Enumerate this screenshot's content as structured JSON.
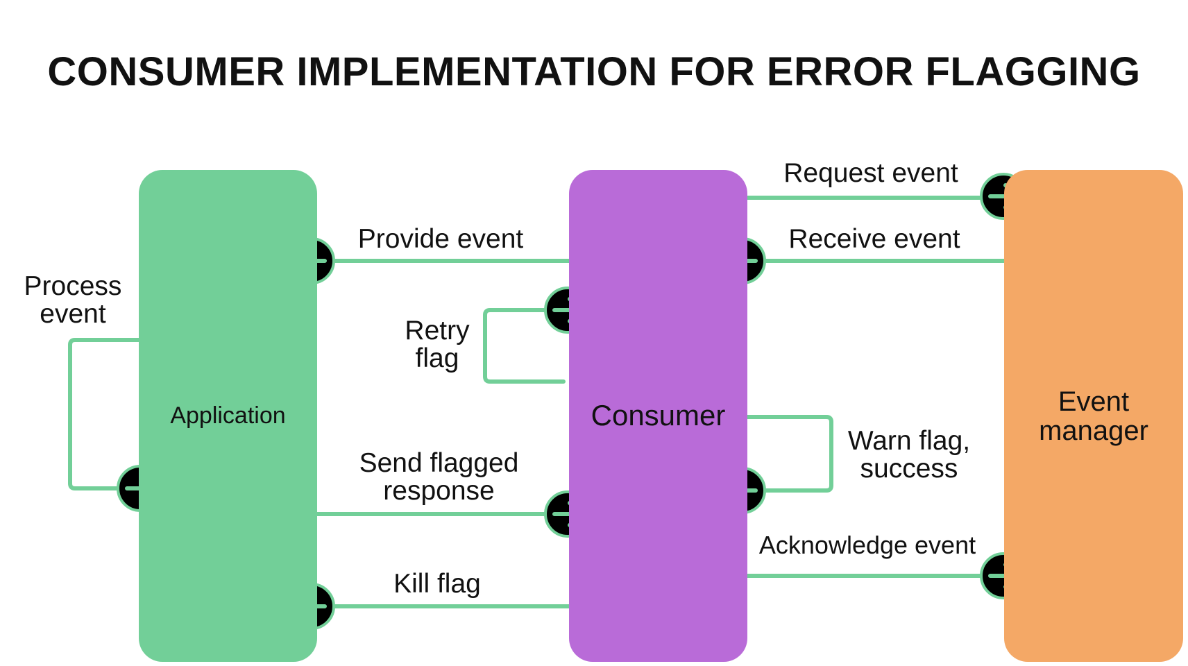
{
  "title": "CONSUMER IMPLEMENTATION FOR ERROR FLAGGING",
  "colors": {
    "application": "#72cf98",
    "consumer": "#b96bd8",
    "event_manager": "#f4a866",
    "connector": "#72cf98",
    "arrow_fill": "#000000",
    "arrow_stroke": "#72cf98"
  },
  "blocks": {
    "application": "Application",
    "consumer": "Consumer",
    "event_manager": "Event manager"
  },
  "labels": {
    "request_event": "Request event",
    "receive_event": "Receive event",
    "provide_event": "Provide event",
    "process_event": [
      "Process",
      "event"
    ],
    "retry_flag": [
      "Retry",
      "flag"
    ],
    "warn_flag": [
      "Warn flag,",
      "success"
    ],
    "send_flagged": [
      "Send flagged",
      "response"
    ],
    "acknowledge_event": "Acknowledge event",
    "kill_flag": "Kill flag"
  },
  "icons": {
    "right": "arrow-right-icon",
    "left": "arrow-left-icon"
  }
}
